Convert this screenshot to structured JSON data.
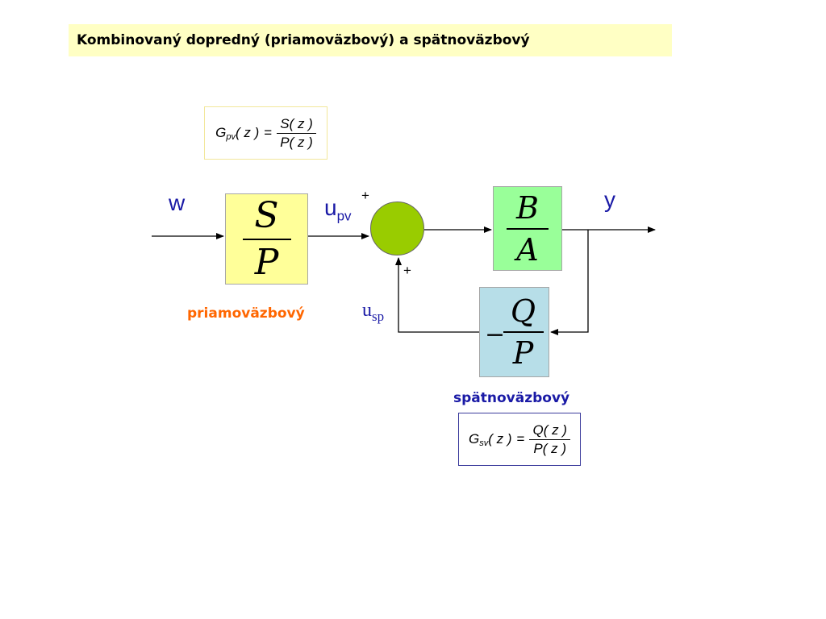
{
  "title": "Kombinovaný dopredný (priamoväzbový) a spätnoväzbový",
  "formula_pv": {
    "lhs": "G",
    "sub": "pv",
    "arg": "( z )",
    "eq": "=",
    "num": "S( z )",
    "den": "P( z )"
  },
  "formula_sv": {
    "lhs": "G",
    "sub": "sv",
    "arg": "( z )",
    "eq": "=",
    "num": "Q( z )",
    "den": "P( z )"
  },
  "blocks": {
    "pv": {
      "num": "S",
      "den": "P",
      "color": "#ffff99"
    },
    "plant": {
      "num": "B",
      "den": "A",
      "color": "#99ff99"
    },
    "sv": {
      "sign": "−",
      "num": "Q",
      "den": "P",
      "color": "#b7dee8"
    }
  },
  "signals": {
    "w": "w",
    "y": "y",
    "upv_base": "u",
    "upv_sub": "pv",
    "usp_base": "u",
    "usp_sub": "sp"
  },
  "junction": {
    "color": "#99cc00",
    "sign_top": "+",
    "sign_bottom": "+"
  },
  "captions": {
    "pv": "priamoväzbový",
    "sv": "spätnoväzbový"
  },
  "colors": {
    "signal_label": "#1a1aa6",
    "caption_pv": "#ff6600",
    "title_bg": "#ffffc4"
  }
}
